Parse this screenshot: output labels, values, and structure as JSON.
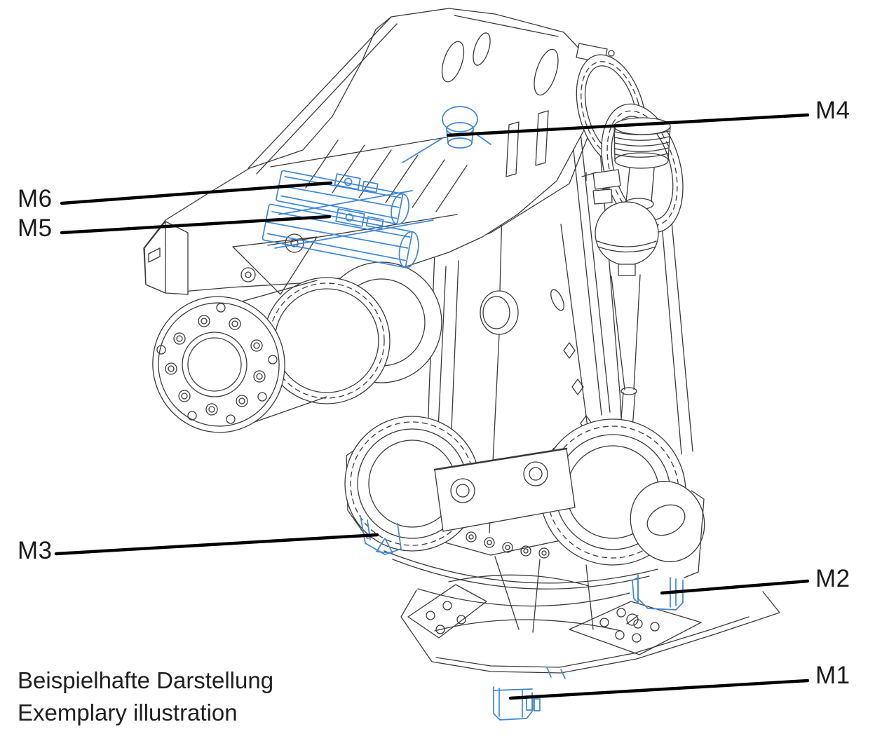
{
  "callouts": {
    "m1": {
      "label": "M1"
    },
    "m2": {
      "label": "M2"
    },
    "m3": {
      "label": "M3"
    },
    "m4": {
      "label": "M4"
    },
    "m5": {
      "label": "M5"
    },
    "m6": {
      "label": "M6"
    }
  },
  "caption": {
    "line1": "Beispielhafte Darstellung",
    "line2": "Exemplary illustration"
  },
  "colors": {
    "highlight_blue": "#3f87d6",
    "drawing_line": "#3a3a3a",
    "leader_line": "#000000",
    "label_text": "#1a1a1a",
    "background": "#ffffff"
  }
}
